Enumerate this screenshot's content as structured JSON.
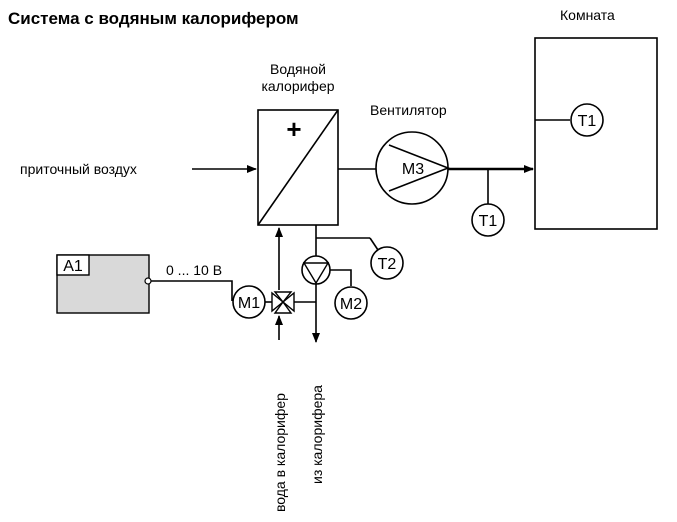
{
  "title": "Система с водяным калорифером",
  "labels": {
    "heater_line1": "Водяной",
    "heater_line2": "калорифер",
    "fan": "Вентилятор",
    "room": "Комната",
    "supply_air": "приточный воздух",
    "signal": "0 ... 10 В",
    "water_in": "вода в калорифер",
    "water_out": "из калорифера"
  },
  "components": {
    "controller": "A1",
    "fan_motor": "M3",
    "valve_motor": "M1",
    "pump_motor": "M2",
    "room_sensor": "T1",
    "duct_sensor": "T1",
    "water_sensor": "T2",
    "heater_symbol": "+"
  },
  "colors": {
    "line": "#000000",
    "controller_fill": "#d9d9d9"
  }
}
